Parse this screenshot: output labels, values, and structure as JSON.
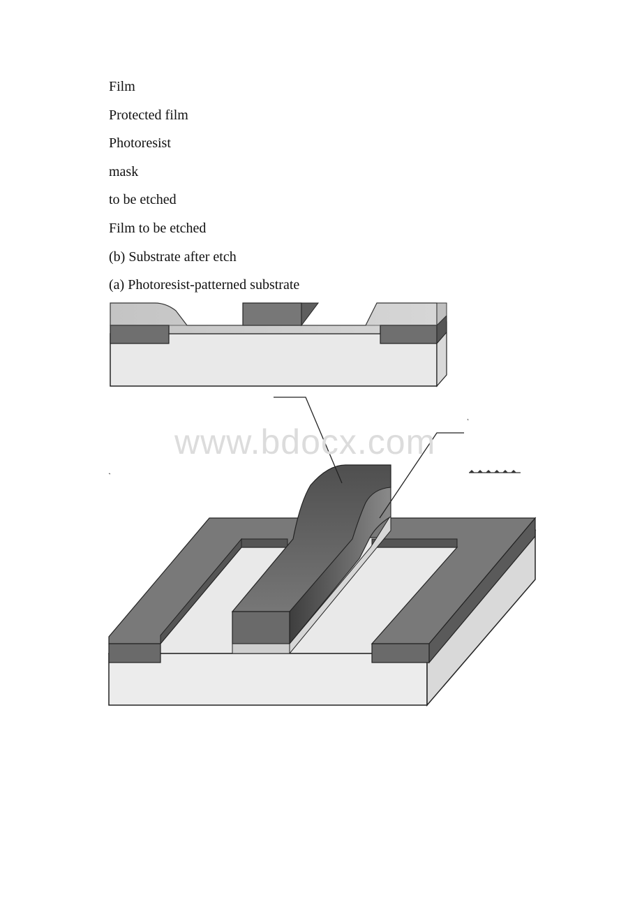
{
  "labels": [
    "Film",
    "Protected film",
    "Photoresist",
    "mask",
    "to be etched",
    "Film to be etched",
    "(b) Substrate after etch",
    "(a) Photoresist-patterned substrate"
  ],
  "watermark": "www.bdocx.com",
  "colors": {
    "substrate": "#e9e9e9",
    "film_dark": "#6f6f6f",
    "photoresist_light": "#c8c8c8",
    "outline": "#222222"
  }
}
